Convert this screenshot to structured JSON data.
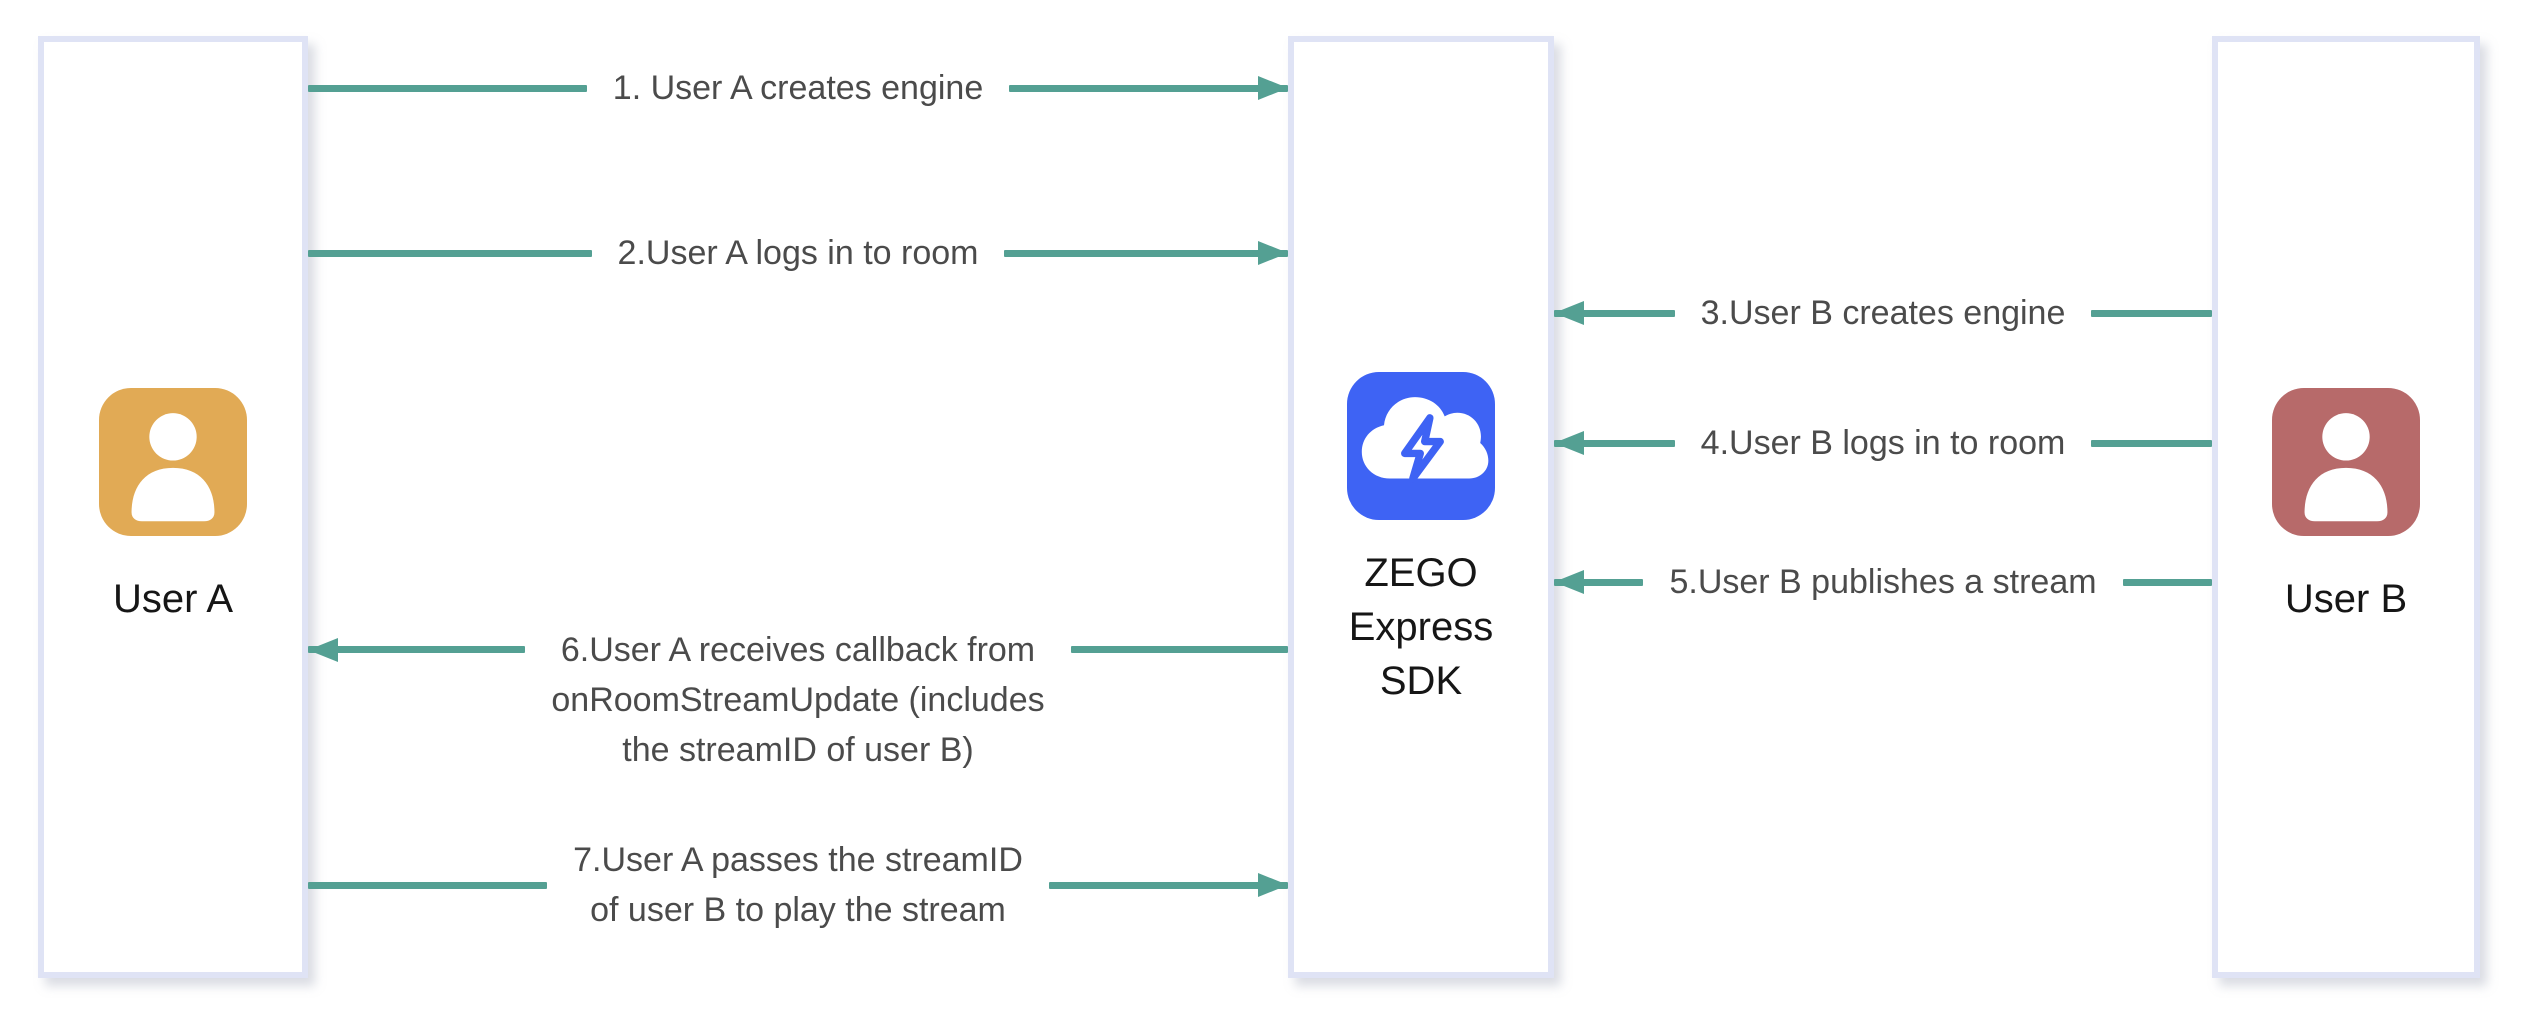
{
  "entities": {
    "user_a": {
      "label": "User A",
      "icon": "person-icon"
    },
    "sdk": {
      "lines": [
        "ZEGO",
        "Express",
        "SDK"
      ],
      "icon": "cloud-lightning-icon"
    },
    "user_b": {
      "label": "User B",
      "icon": "person-icon"
    }
  },
  "messages": [
    {
      "label": "1. User A creates engine",
      "from": "User A",
      "to": "ZEGO Express SDK",
      "direction": "right"
    },
    {
      "label": "2.User A logs in to room",
      "from": "User A",
      "to": "ZEGO Express SDK",
      "direction": "right"
    },
    {
      "label": "3.User B creates engine",
      "from": "User B",
      "to": "ZEGO Express SDK",
      "direction": "left"
    },
    {
      "label": "4.User B logs in to room",
      "from": "User B",
      "to": "ZEGO Express SDK",
      "direction": "left"
    },
    {
      "label": "5.User B publishes a stream",
      "from": "User B",
      "to": "ZEGO Express SDK",
      "direction": "left"
    },
    {
      "lines": [
        "6.User A receives callback from",
        "onRoomStreamUpdate (includes",
        "the streamID of user B)"
      ],
      "from": "ZEGO Express SDK",
      "to": "User A",
      "direction": "left"
    },
    {
      "lines": [
        "7.User A passes the streamID",
        "of user B to play the stream"
      ],
      "from": "User A",
      "to": "ZEGO Express SDK",
      "direction": "right"
    }
  ],
  "colors": {
    "background": "#ffffff",
    "box_fill": "#ffffff",
    "box_border": "#dfe3f5",
    "arrow": "#54a093",
    "user_a_icon": "#e1aa55",
    "user_b_icon": "#b76a6a",
    "sdk_icon": "#3e63f4",
    "message_text": "#4b4b4b",
    "entity_text": "#161616"
  }
}
